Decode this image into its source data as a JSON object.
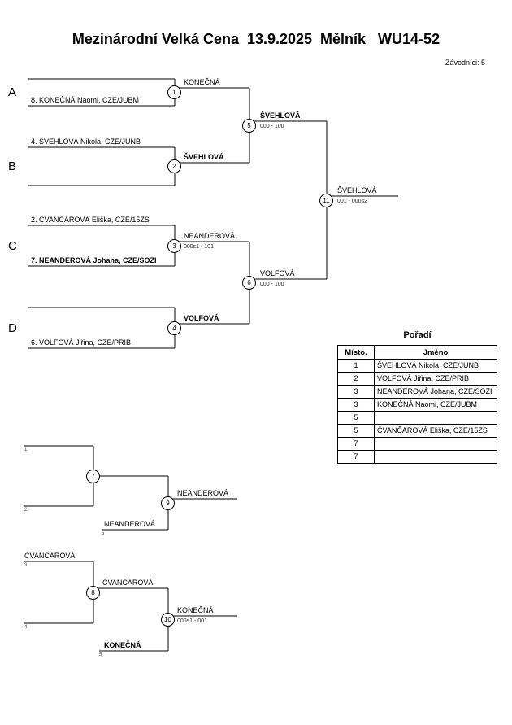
{
  "header": {
    "title": "Mezinárodní Velká Cena  13.9.2025  Mělník   WU14-52",
    "competitors": "Závodníci: 5"
  },
  "groups": {
    "a": "A",
    "b": "B",
    "c": "C",
    "d": "D"
  },
  "main_bracket": {
    "players": {
      "p1": "8. KONEČNÁ Naomi, CZE/JUBM",
      "p2": "4. ŠVEHLOVÁ Nikola, CZE/JUNB",
      "p3": "2. ČVANČAROVÁ Eliška, CZE/15ZS",
      "p4": "7. NEANDEROVÁ Johana, CZE/SOZI",
      "p5": "6. VOLFOVÁ Jiřina, CZE/PRIB"
    },
    "matches": {
      "m1": {
        "no": "1",
        "winner": "KONEČNÁ"
      },
      "m2": {
        "no": "2",
        "winner": "ŠVEHLOVÁ"
      },
      "m3": {
        "no": "3",
        "winner": "NEANDEROVÁ",
        "score": "000s1 - 101"
      },
      "m4": {
        "no": "4",
        "winner": "VOLFOVÁ"
      },
      "m5": {
        "no": "5",
        "winner": "ŠVEHLOVÁ",
        "score": "000 - 100"
      },
      "m6": {
        "no": "6",
        "winner": "VOLFOVÁ",
        "score": "000 - 100"
      },
      "m11": {
        "no": "11",
        "winner": "ŠVEHLOVÁ",
        "score": "001 - 000s2"
      }
    }
  },
  "consolation_bracket": {
    "seeds": {
      "s1": "1",
      "s2": "2",
      "s3": "3",
      "s4": "4",
      "s5a": "5",
      "s5b": "5"
    },
    "entries": {
      "neanderova": "NEANDEROVÁ",
      "cvancarova": "ČVANČAROVÁ",
      "konecna": "KONEČNÁ"
    },
    "matches": {
      "m7": {
        "no": "7"
      },
      "m8": {
        "no": "8",
        "winner": "ČVANČAROVÁ"
      },
      "m9": {
        "no": "9",
        "winner": "NEANDEROVÁ"
      },
      "m10": {
        "no": "10",
        "winner": "KONEČNÁ",
        "score": "000s1 - 001"
      }
    }
  },
  "standings": {
    "title": "Pořadí",
    "headers": {
      "place": "Místo.",
      "name": "Jméno"
    },
    "rows": [
      {
        "place": "1",
        "name": "ŠVEHLOVÁ Nikola, CZE/JUNB"
      },
      {
        "place": "2",
        "name": "VOLFOVÁ Jiřina, CZE/PRIB"
      },
      {
        "place": "3",
        "name": "NEANDEROVÁ Johana, CZE/SOZI"
      },
      {
        "place": "3",
        "name": "KONEČNÁ Naomi, CZE/JUBM"
      },
      {
        "place": "5",
        "name": ""
      },
      {
        "place": "5",
        "name": "ČVANČAROVÁ Eliška, CZE/15ZS"
      },
      {
        "place": "7",
        "name": ""
      },
      {
        "place": "7",
        "name": ""
      }
    ]
  }
}
